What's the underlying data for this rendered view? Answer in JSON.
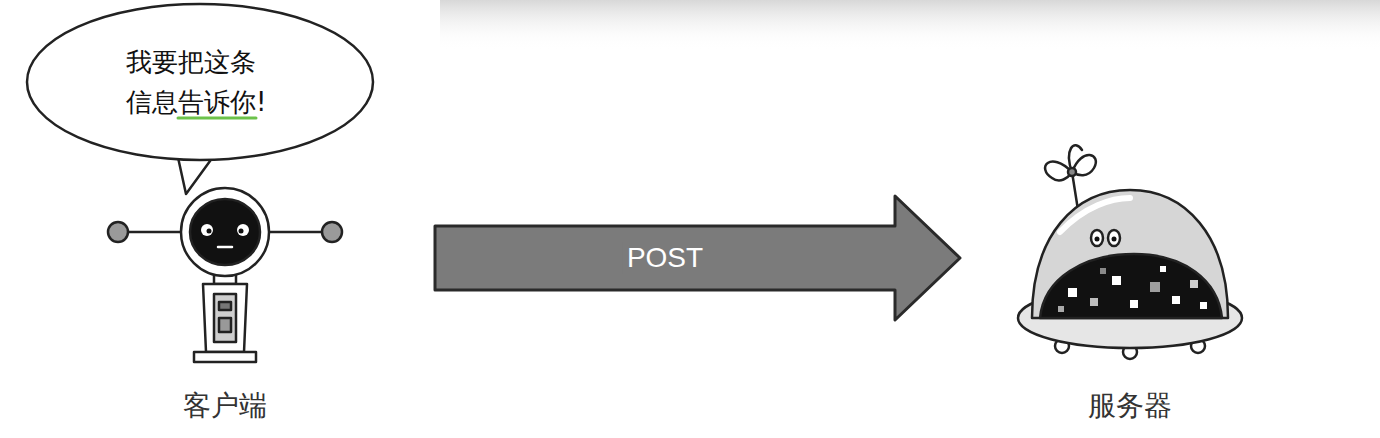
{
  "diagram": {
    "nodes": [
      {
        "text": [
          "我要把这条 信息告诉你!"
        ]
      },
      {
        "text": [
          "客户端"
        ]
      },
      {
        "text": [
          "服务器"
        ]
      }
    ],
    "edges": [
      {
        "from": 1,
        "to": 2,
        "arrow": "to",
        "label": "POST"
      }
    ]
  }
}
